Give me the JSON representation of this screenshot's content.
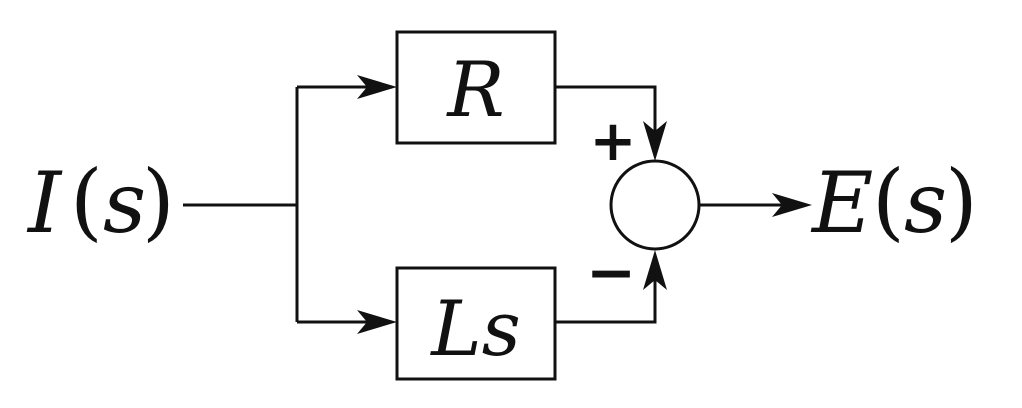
{
  "input": {
    "func": "I",
    "open": "(",
    "var": "s",
    "close": ")"
  },
  "output": {
    "func": "E",
    "open": "(",
    "var": "s",
    "close": ")"
  },
  "blocks": {
    "upper": {
      "label": "R"
    },
    "lower": {
      "label": "Ls"
    }
  },
  "summing_junction": {
    "upper_sign": "+",
    "lower_sign": "−"
  }
}
